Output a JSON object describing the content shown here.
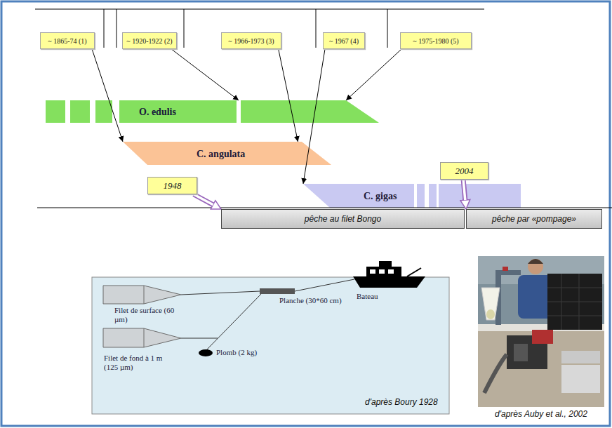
{
  "diagram": {
    "nodes": [
      {
        "text": [
          "~ 1865-74 (1)"
        ]
      },
      {
        "text": [
          "~ 1920-1922 (2)"
        ]
      },
      {
        "text": [
          "~ 1966-1973 (3)"
        ]
      },
      {
        "text": [
          "~ 1967 (4)"
        ]
      },
      {
        "text": [
          "~ 1975-1980 (5)"
        ]
      },
      {
        "text": [
          "O. edulis"
        ]
      },
      {
        "text": [
          "C. angulata"
        ]
      },
      {
        "text": [
          "2004"
        ]
      },
      {
        "text": [
          "1948"
        ]
      },
      {
        "text": [
          "C. gigas"
        ]
      },
      {
        "text": [
          "pêche au filet Bongo"
        ]
      },
      {
        "text": [
          "pêche par «pompage»"
        ]
      }
    ],
    "edges": [
      {
        "from": 0,
        "to": 6,
        "arrow": "to"
      },
      {
        "from": 1,
        "to": 5,
        "arrow": "to"
      },
      {
        "from": 2,
        "to": 6,
        "arrow": "to"
      },
      {
        "from": 3,
        "to": 9,
        "arrow": "to"
      },
      {
        "from": 4,
        "to": 5,
        "arrow": "to"
      },
      {
        "from": 8,
        "to": 10,
        "arrow": "to"
      },
      {
        "from": 7,
        "to": 11,
        "arrow": "to"
      }
    ],
    "labels": [
      "Planche (30*60 cm)",
      "Bateau",
      "Filet de surface (60 µm)",
      "Filet de fond à 1 m (125 µm)",
      "Plomb (2 kg)",
      "d'après Boury 1928",
      "d'après Auby et al., 2002"
    ]
  }
}
